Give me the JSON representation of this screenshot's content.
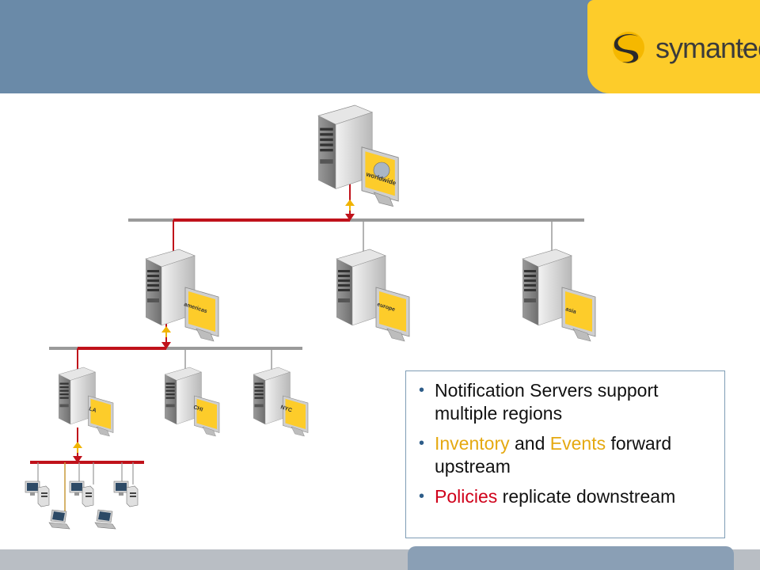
{
  "logo": {
    "text": "symantec",
    "tm": "™"
  },
  "servers": {
    "worldwide": "worldwide",
    "americas": "americas",
    "europe": "europe",
    "asia": "asia",
    "la": "LA",
    "chi": "CHI",
    "nyc": "NYC"
  },
  "bullets": {
    "b1": "Notification Servers support multiple regions",
    "b2_inventory": "Inventory",
    "b2_and": " and ",
    "b2_events": "Events",
    "b2_rest": " forward upstream",
    "b3_policies": "Policies",
    "b3_rest": " replicate downstream"
  },
  "colors": {
    "header": "#6a8aa8",
    "logo_bg": "#fdcc2a",
    "red_line": "#c0121b",
    "gray_line": "#9a9a9a",
    "arrow_up": "#f0b400",
    "screen": "#fdcc2a"
  }
}
